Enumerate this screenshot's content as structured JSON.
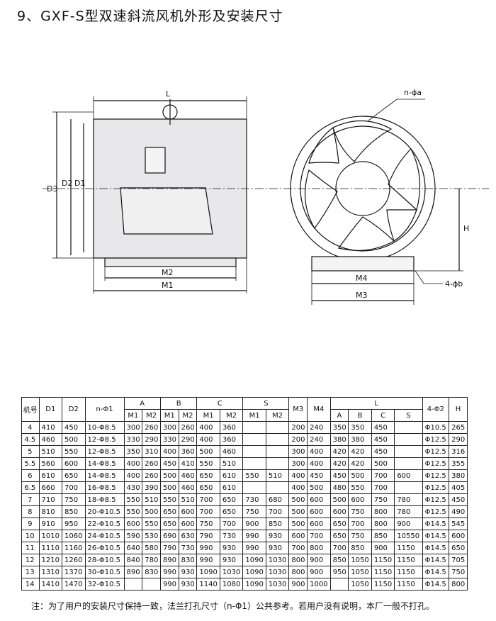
{
  "title": "9、GXF-S型双速斜流风机外形及安装尺寸",
  "drawing_labels": {
    "L": "L",
    "D3": "D3",
    "D2": "D2",
    "D1": "D1",
    "M2": "M2",
    "M1": "M1",
    "n_phi_a": "n-ϕa",
    "H": "H",
    "M4": "M4",
    "M3": "M3",
    "four_phi_b": "4-ϕb"
  },
  "table": {
    "header_row1": {
      "jihao": "机号",
      "D1": "D1",
      "D2": "D2",
      "nphi1": "n-Φ1",
      "A": "A",
      "B": "B",
      "C": "C",
      "S": "S",
      "M3": "M3",
      "M4": "M4",
      "L": "L",
      "fourphi2": "4-Φ2",
      "H": "H"
    },
    "sub": {
      "A_M1": "M1",
      "A_M2": "M2",
      "B_M1": "M1",
      "B_M2": "M2",
      "C_M1": "M1",
      "C_M2": "M2",
      "S_M1": "M1",
      "S_M2": "M2",
      "L_A": "A",
      "L_B": "B",
      "L_C": "C",
      "L_S": "S"
    },
    "rows": [
      [
        "4",
        "410",
        "450",
        "10-Φ8.5",
        "300",
        "260",
        "300",
        "260",
        "400",
        "360",
        "",
        "",
        "200",
        "240",
        "350",
        "350",
        "450",
        "",
        "Φ10.5",
        "265"
      ],
      [
        "4.5",
        "460",
        "500",
        "12-Φ8.5",
        "330",
        "290",
        "330",
        "290",
        "400",
        "360",
        "",
        "",
        "200",
        "240",
        "380",
        "380",
        "450",
        "",
        "Φ12.5",
        "290"
      ],
      [
        "5",
        "510",
        "550",
        "12-Φ8.5",
        "350",
        "310",
        "400",
        "360",
        "500",
        "460",
        "",
        "",
        "300",
        "400",
        "420",
        "420",
        "450",
        "",
        "Φ12.5",
        "316"
      ],
      [
        "5.5",
        "560",
        "600",
        "14-Φ8.5",
        "400",
        "260",
        "450",
        "410",
        "550",
        "510",
        "",
        "",
        "300",
        "400",
        "420",
        "420",
        "500",
        "",
        "Φ12.5",
        "355"
      ],
      [
        "6",
        "610",
        "650",
        "14-Φ8.5",
        "400",
        "260",
        "500",
        "460",
        "650",
        "610",
        "550",
        "510",
        "400",
        "450",
        "450",
        "500",
        "700",
        "600",
        "Φ12.5",
        "380"
      ],
      [
        "6.5",
        "660",
        "700",
        "16-Φ8.5",
        "430",
        "390",
        "500",
        "460",
        "650",
        "610",
        "",
        "",
        "400",
        "500",
        "480",
        "550",
        "700",
        "",
        "Φ12.5",
        "405"
      ],
      [
        "7",
        "710",
        "750",
        "18-Φ8.5",
        "550",
        "510",
        "550",
        "510",
        "700",
        "650",
        "730",
        "680",
        "500",
        "600",
        "500",
        "600",
        "750",
        "780",
        "Φ12.5",
        "450"
      ],
      [
        "8",
        "810",
        "850",
        "20-Φ10.5",
        "550",
        "500",
        "650",
        "600",
        "700",
        "650",
        "750",
        "700",
        "500",
        "600",
        "600",
        "750",
        "800",
        "780",
        "Φ12.5",
        "490"
      ],
      [
        "9",
        "910",
        "950",
        "22-Φ10.5",
        "600",
        "550",
        "650",
        "600",
        "750",
        "700",
        "900",
        "850",
        "500",
        "600",
        "650",
        "700",
        "800",
        "900",
        "Φ14.5",
        "545"
      ],
      [
        "10",
        "1010",
        "1060",
        "24-Φ10.5",
        "590",
        "530",
        "690",
        "630",
        "790",
        "730",
        "990",
        "930",
        "600",
        "700",
        "650",
        "750",
        "850",
        "10550",
        "Φ14.5",
        "600"
      ],
      [
        "11",
        "1110",
        "1160",
        "26-Φ10.5",
        "640",
        "580",
        "790",
        "730",
        "990",
        "930",
        "990",
        "930",
        "700",
        "800",
        "700",
        "850",
        "900",
        "1150",
        "Φ14.5",
        "650"
      ],
      [
        "12",
        "1210",
        "1260",
        "28-Φ10.5",
        "840",
        "780",
        "890",
        "830",
        "990",
        "930",
        "1090",
        "1030",
        "800",
        "900",
        "850",
        "1050",
        "1150",
        "1150",
        "Φ14.5",
        "705"
      ],
      [
        "13",
        "1310",
        "1370",
        "30-Φ10.5",
        "890",
        "830",
        "990",
        "930",
        "1090",
        "1030",
        "1090",
        "1030",
        "800",
        "900",
        "950",
        "1050",
        "1150",
        "1150",
        "Φ14.5",
        "750"
      ],
      [
        "14",
        "1410",
        "1470",
        "32-Φ10.5",
        "",
        "",
        "990",
        "930",
        "1140",
        "1080",
        "1090",
        "1030",
        "900",
        "1000",
        "",
        "1050",
        "1150",
        "1150",
        "Φ14.5",
        "800"
      ]
    ]
  },
  "note": "注：为了用户的安装尺寸保持一致，法兰打孔尺寸（n-Φ1）公共参考。若用户没有说明，本厂一般不打孔。"
}
